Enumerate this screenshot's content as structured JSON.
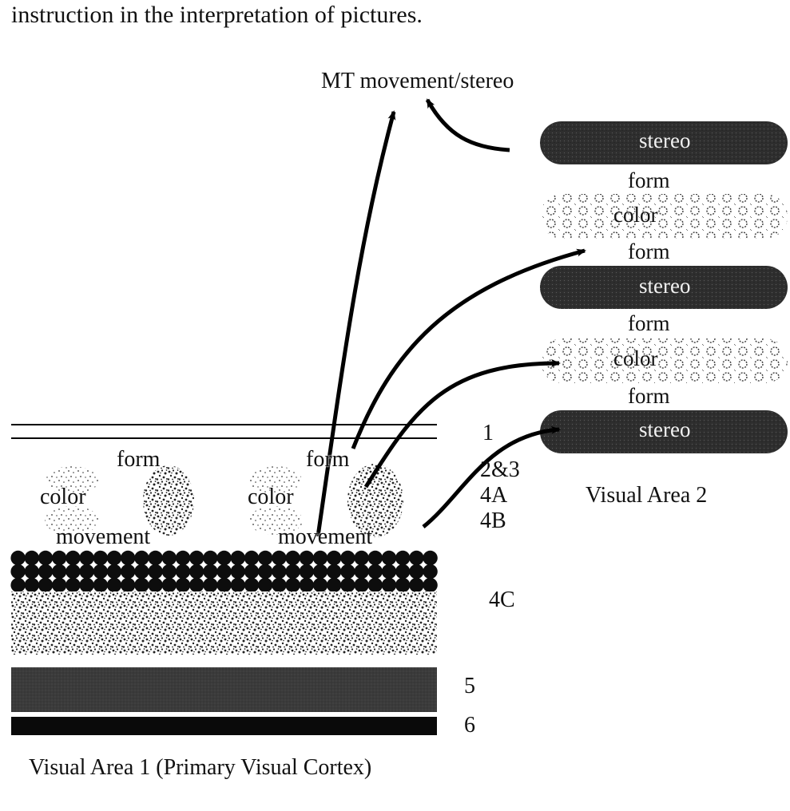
{
  "header_text": "instruction in the interpretation of pictures.",
  "top_label": "MT movement/stereo",
  "v2": {
    "label": "Visual Area 2",
    "bands": [
      {
        "kind": "stereo",
        "text": "stereo"
      },
      {
        "kind": "form",
        "text": "form"
      },
      {
        "kind": "color",
        "text": "color"
      },
      {
        "kind": "form",
        "text": "form"
      },
      {
        "kind": "stereo",
        "text": "stereo"
      },
      {
        "kind": "form",
        "text": "form"
      },
      {
        "kind": "color",
        "text": "color"
      },
      {
        "kind": "form",
        "text": "form"
      },
      {
        "kind": "stereo",
        "text": "stereo"
      }
    ]
  },
  "v1": {
    "label": "Visual Area 1 (Primary Visual Cortex)",
    "form_labels": [
      "form",
      "form"
    ],
    "color_labels": [
      "color",
      "color"
    ],
    "movement_labels": [
      "movement",
      "movement"
    ],
    "layer_labels": [
      "1",
      "2&3",
      "4A",
      "4B",
      "4C",
      "5",
      "6"
    ]
  },
  "colors": {
    "ink": "#111111",
    "dark_band": "#2b2b2b",
    "layer5": "#3a3a3a",
    "layer6": "#0a0a0a"
  }
}
